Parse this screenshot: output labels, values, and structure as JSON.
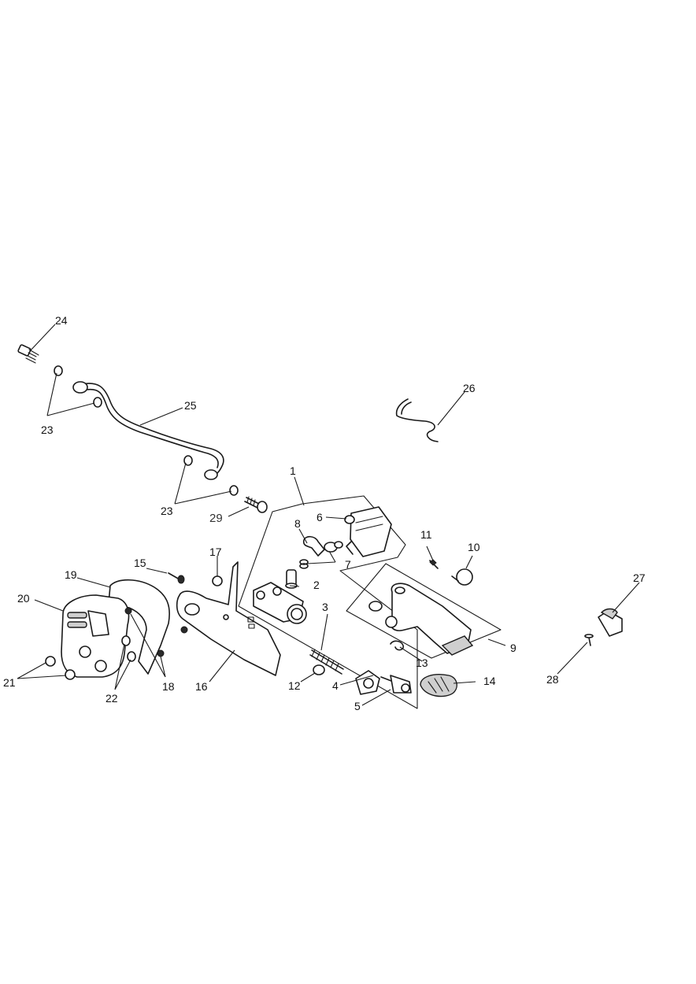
{
  "callouts": {
    "c1": "1",
    "c2": "2",
    "c3": "3",
    "c4": "4",
    "c5": "5",
    "c6": "6",
    "c7": "7",
    "c8": "8",
    "c9": "9",
    "c10": "10",
    "c11": "11",
    "c12": "12",
    "c13": "13",
    "c14": "14",
    "c15": "15",
    "c16": "16",
    "c17": "17",
    "c18": "18",
    "c19": "19",
    "c20": "20",
    "c21": "21",
    "c22": "22",
    "c23a": "23",
    "c23b": "23",
    "c24": "24",
    "c25": "25",
    "c26": "26",
    "c27": "27",
    "c28": "28",
    "c29": "29"
  },
  "colors": {
    "ink": "#1a1a1a",
    "background": "#ffffff"
  }
}
